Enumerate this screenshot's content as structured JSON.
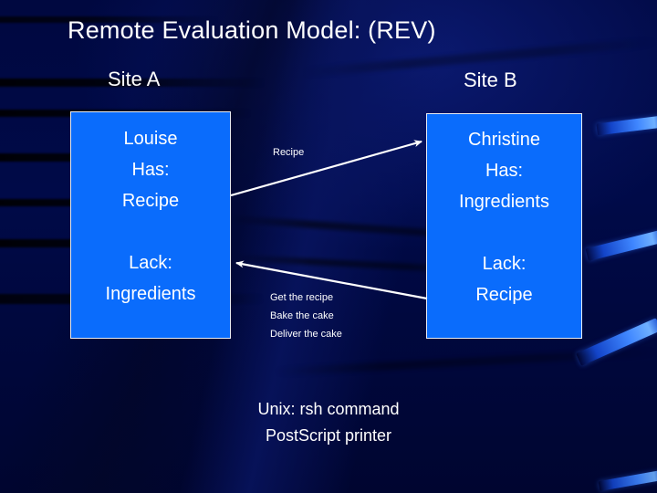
{
  "slide": {
    "title": "Remote Evaluation Model: (REV)",
    "background_color": "#000a42",
    "panel_color": "#0a6cfc",
    "text_color": "#ffffff"
  },
  "sites": {
    "left_label": "Site A",
    "right_label": "Site B"
  },
  "left_panel": {
    "name": "Louise",
    "has_label": "Has:",
    "has_value": "Recipe",
    "lack_label": "Lack:",
    "lack_value": "Ingredients"
  },
  "right_panel": {
    "name": "Christine",
    "has_label": "Has:",
    "has_value": "Ingredients",
    "lack_label": "Lack:",
    "lack_value": "Recipe"
  },
  "middle": {
    "outbound_label": "Recipe",
    "return_steps": [
      "Get the recipe",
      "Bake the cake",
      "Deliver the cake"
    ]
  },
  "footer": {
    "lines": [
      "Unix: rsh command",
      "PostScript printer"
    ]
  }
}
